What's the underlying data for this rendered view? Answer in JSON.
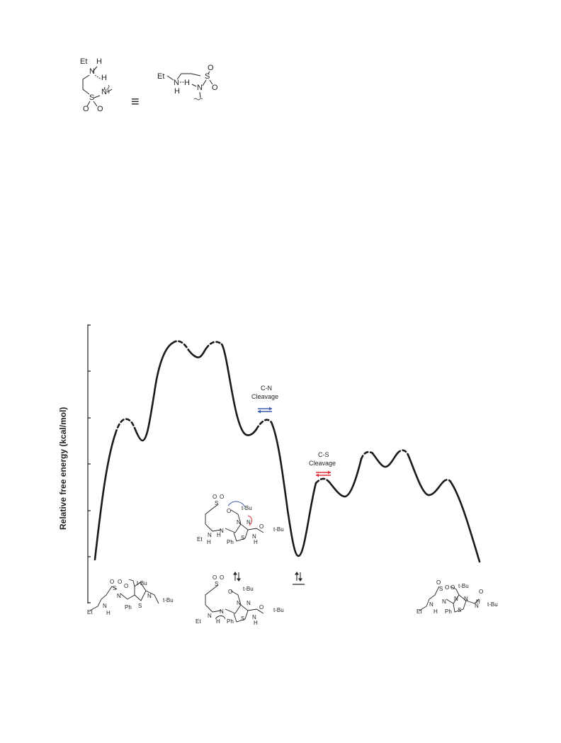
{
  "top_equivalence": {
    "left": {
      "et": "Et",
      "n_top": "N",
      "h_top": "H",
      "h_mid": "H",
      "n_mid": "N",
      "s": "S",
      "o1": "O",
      "o2": "O"
    },
    "equiv": "≡",
    "right": {
      "et": "Et",
      "n": "N",
      "h1": "H",
      "h2": "H",
      "s": "S",
      "o1": "O",
      "o2": "O",
      "n2": "N"
    }
  },
  "chart": {
    "ylabel": "Relative free energy (kcal/mol)",
    "cn_label_1": "C-N",
    "cn_label_2": "Cleavage",
    "cs_label_1": "C-S",
    "cs_label_2": "Cleavage",
    "colors": {
      "cn_arrow": "#3a5ba8",
      "cs_arrow": "#e0303a",
      "curve": "#1a1a1a"
    }
  },
  "structures": {
    "tbu": "t-Bu",
    "ph": "Ph",
    "et": "Et",
    "s": "S",
    "n": "N",
    "o": "O",
    "h": "H"
  }
}
